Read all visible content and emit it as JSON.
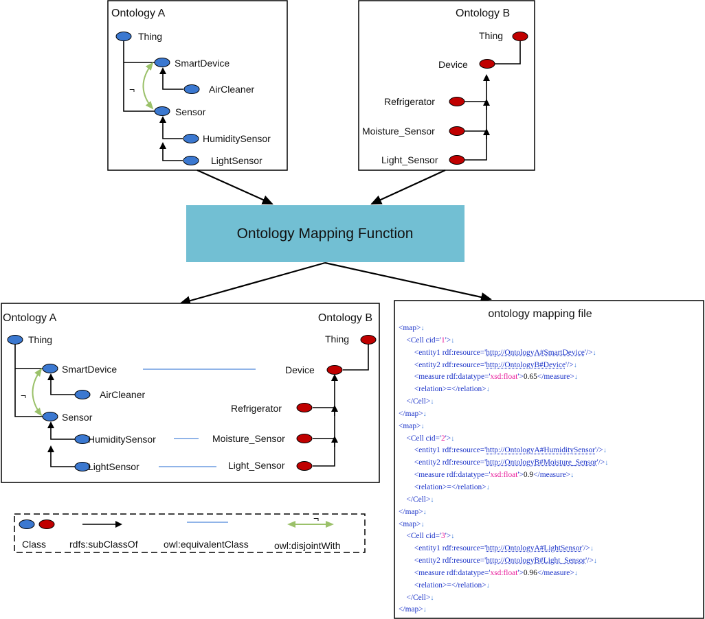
{
  "colors": {
    "ontology_a_node": "#3b78d0",
    "ontology_b_node": "#c00000",
    "function_box": "#72bfd3",
    "equivalent_line": "#6b9be0",
    "disjoint_arrow": "#9bc16a",
    "code_tag": "#1b33c8",
    "code_value": "#e8199a"
  },
  "top": {
    "ontology_a": {
      "title": "Ontology A",
      "nodes": [
        "Thing",
        "SmartDevice",
        "AirCleaner",
        "Sensor",
        "HumiditySensor",
        "LightSensor"
      ],
      "disjoint_symbol": "¬"
    },
    "ontology_b": {
      "title": "Ontology B",
      "nodes": [
        "Thing",
        "Device",
        "Refrigerator",
        "Moisture_Sensor",
        "Light_Sensor"
      ]
    }
  },
  "function_box": {
    "label": "Ontology Mapping Function"
  },
  "merged": {
    "title_a": "Ontology A",
    "title_b": "Ontology B",
    "nodes_a": [
      "Thing",
      "SmartDevice",
      "AirCleaner",
      "Sensor",
      "HumiditySensor",
      "LightSensor"
    ],
    "nodes_b": [
      "Thing",
      "Device",
      "Refrigerator",
      "Moisture_Sensor",
      "Light_Sensor"
    ],
    "disjoint_symbol": "¬",
    "equivalences": [
      [
        "SmartDevice",
        "Device"
      ],
      [
        "HumiditySensor",
        "Moisture_Sensor"
      ],
      [
        "LightSensor",
        "Light_Sensor"
      ]
    ]
  },
  "legend": {
    "class": "Class",
    "subclass": "rdfs:subClassOf",
    "equivalent": "owl:equivalentClass",
    "disjoint": "owl:disjointWith",
    "disjoint_symbol": "¬"
  },
  "mapping_file": {
    "title": "ontology mapping file",
    "open_map": "<map>",
    "close_map": "</map>",
    "cell_close": "</Cell>",
    "relation": "<relation>=</relation>",
    "return_glyph": "↓",
    "cells": [
      {
        "cid": "1",
        "entity1": "http://OntologyA#SmartDevice",
        "entity2": "http://OntologyB#Device",
        "datatype": "xsd:float",
        "measure": "0.65"
      },
      {
        "cid": "2",
        "entity1": "http://OntologyA#HumiditySensor",
        "entity2": "http://OntologyB#Moisture_Sensor",
        "datatype": "xsd:float",
        "measure": "0.9"
      },
      {
        "cid": "3",
        "entity1": "http://OntologyA#LightSensor",
        "entity2": "http://OntologyB#Light_Sensor",
        "datatype": "xsd:float",
        "measure": "0.96"
      }
    ]
  }
}
